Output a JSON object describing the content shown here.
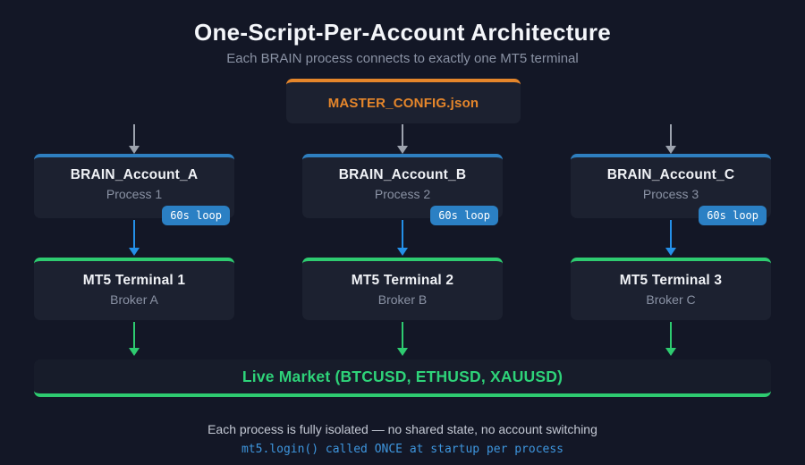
{
  "title": "One-Script-Per-Account Architecture",
  "subtitle": "Each BRAIN process connects to exactly one MT5 terminal",
  "config_node": {
    "label": "MASTER_CONFIG.json"
  },
  "brain_nodes": [
    {
      "title": "BRAIN_Account_A",
      "subtitle": "Process 1",
      "badge": "60s loop"
    },
    {
      "title": "BRAIN_Account_B",
      "subtitle": "Process 2",
      "badge": "60s loop"
    },
    {
      "title": "BRAIN_Account_C",
      "subtitle": "Process 3",
      "badge": "60s loop"
    }
  ],
  "terminal_nodes": [
    {
      "title": "MT5 Terminal 1",
      "subtitle": "Broker A"
    },
    {
      "title": "MT5 Terminal 2",
      "subtitle": "Broker B"
    },
    {
      "title": "MT5 Terminal 3",
      "subtitle": "Broker C"
    }
  ],
  "market_node": {
    "label": "Live Market (BTCUSD, ETHUSD, XAUUSD)"
  },
  "footer": {
    "line1": "Each process is fully isolated — no shared state, no account switching",
    "line2": "mt5.login() called ONCE at startup per process"
  },
  "colors": {
    "background": "#131726",
    "node_background": "#1c2130",
    "orange_accent": "#e5862b",
    "blue_accent": "#2e7fc0",
    "blue_arrow": "#2490e8",
    "green_accent": "#2ecb70",
    "gray_arrow": "#9da3ae",
    "badge_background": "#2b80c4"
  }
}
